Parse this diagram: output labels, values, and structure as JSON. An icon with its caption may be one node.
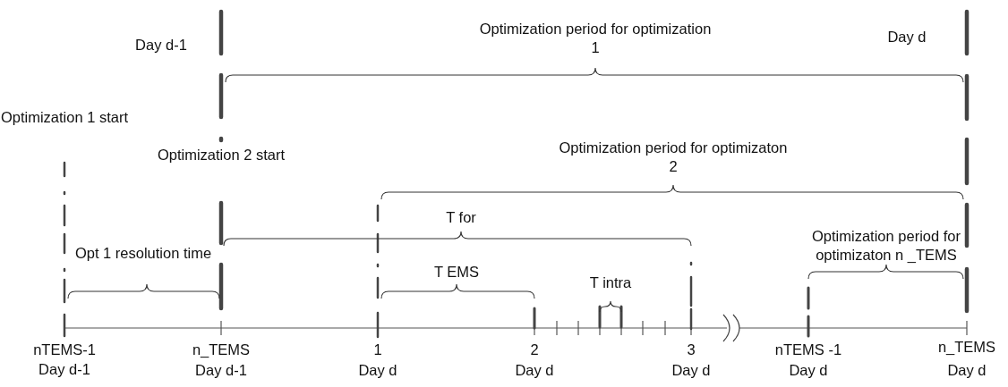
{
  "diagram": {
    "labels": [
      "Day d-1",
      "Optimization period for optimization 1",
      "Day d",
      "Optimization 1 start",
      "Optimization 2 start",
      "Optimization period for optimizaton 2",
      "T for",
      "Opt 1 resolution time",
      "Optimization period for optimizaton n _TEMS",
      "T EMS",
      "T intra",
      "nTEMS-1",
      "n_TEMS",
      "1",
      "2",
      "3",
      "nTEMS -1",
      "n_TEMS",
      "Day d-1",
      "Day d-1",
      "Day d",
      "Day d",
      "Day d",
      "Day d",
      "Day d"
    ]
  }
}
